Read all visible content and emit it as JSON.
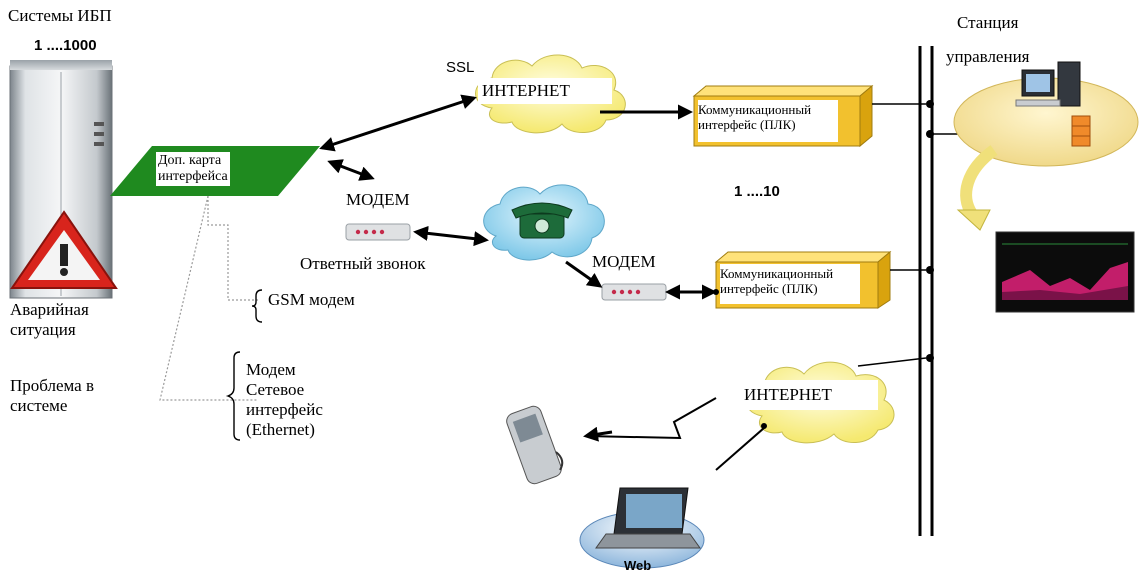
{
  "left": {
    "title": "Системы ИБП",
    "count": "1 ....1000",
    "alarm": "Аварийная\nситуация",
    "problem": "Проблема в\nсистеме"
  },
  "card": {
    "label": "Доп. карта\nинтерфейса"
  },
  "channels": {
    "ssl": "SSL",
    "internet_top": "ИНТЕРНЕТ",
    "modem_left": "МОДЕМ",
    "callback": "Ответный звонок",
    "modem_right": "МОДЕМ",
    "internet_bottom": "ИНТЕРНЕТ",
    "web": "Web"
  },
  "options": {
    "gsm": "GSM модем",
    "modem_net": "Модем\nСетевое\nинтерфейс\n(Ethernet)"
  },
  "plc": {
    "top": "Коммуникационный\nинтерфейс (ПЛК)",
    "bottom": "Коммуникационный\nинтерфейс (ПЛК)",
    "count": "1 ....10"
  },
  "station": {
    "label": "Станция\nуправления"
  },
  "colors": {
    "card_green": "#1f8a1f",
    "cloud_yellow": "#fff59a",
    "cloud_blue": "#9fd8f0",
    "plc_yellow": "#f2c12e",
    "station_disk": "#fbe8a6",
    "alarm_red": "#d8241c"
  },
  "icons": [
    "ups-cabinet-icon",
    "warning-triangle-icon",
    "modem-icon",
    "phone-icon",
    "mobile-phone-icon",
    "laptop-icon",
    "computer-icon",
    "database-icon",
    "monitor-chart-icon"
  ]
}
